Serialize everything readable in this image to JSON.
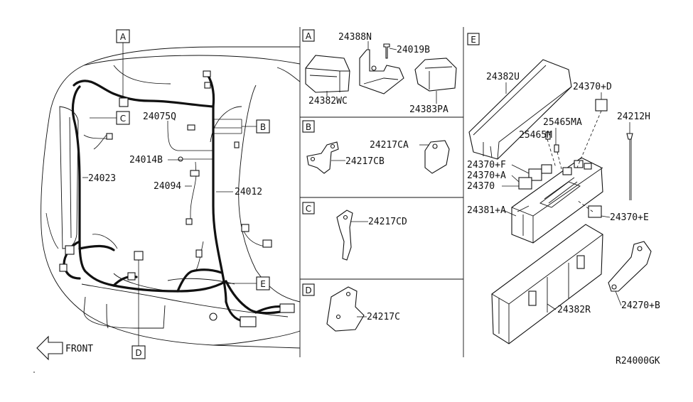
{
  "main_view": {
    "labels": [
      "24075Q",
      "24014B",
      "24023",
      "24094",
      "24012"
    ],
    "callouts": [
      "A",
      "B",
      "C",
      "D",
      "E"
    ],
    "front_label": "FRONT"
  },
  "panel_a": {
    "tag": "A",
    "labels": [
      "24388N",
      "24019B",
      "24382WC",
      "24383PA"
    ]
  },
  "panel_b": {
    "tag": "B",
    "labels": [
      "24217CA",
      "24217CB"
    ]
  },
  "panel_c": {
    "tag": "C",
    "labels": [
      "24217CD"
    ]
  },
  "panel_d": {
    "tag": "D",
    "labels": [
      "24217C"
    ]
  },
  "panel_e": {
    "tag": "E",
    "labels": [
      "24382U",
      "24370+D",
      "25465MA",
      "25465M",
      "24212H",
      "24370+F",
      "24370+A",
      "24370",
      "24381+A",
      "24370+E",
      "24382R",
      "24270+B"
    ]
  },
  "diagram_code": "R24000GK"
}
